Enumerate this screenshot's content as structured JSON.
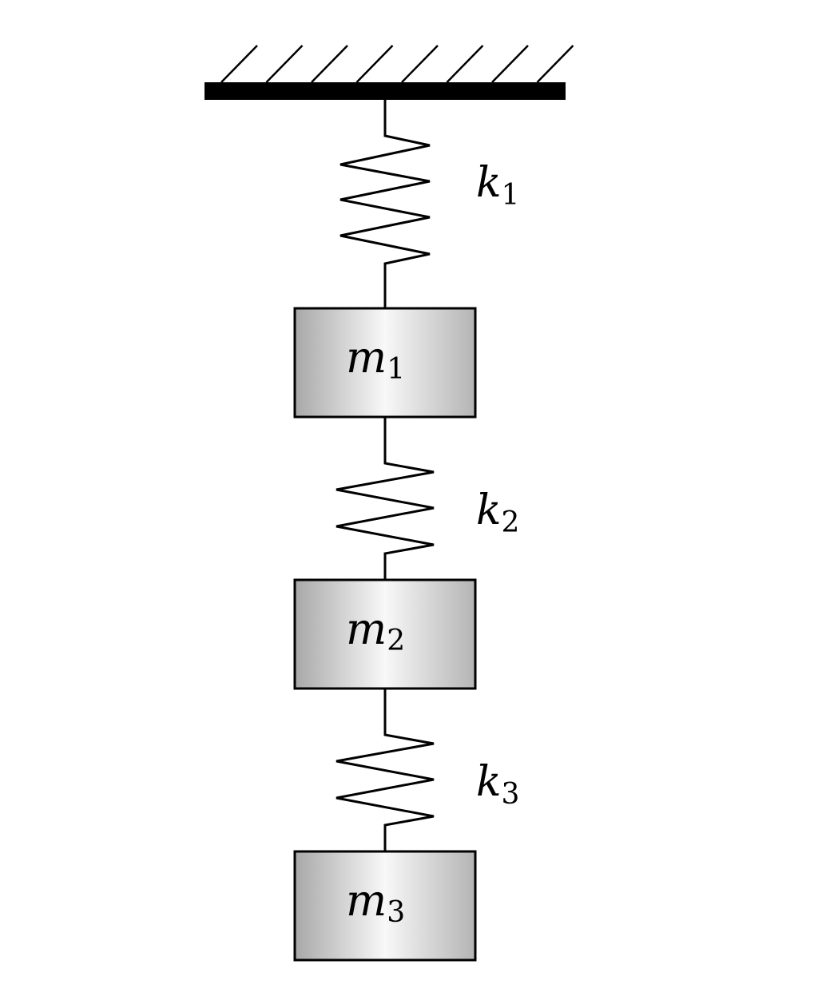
{
  "diagram": {
    "type": "spring-mass-system",
    "support": {
      "label": "fixed-ceiling"
    },
    "springs": [
      {
        "id": "k1",
        "symbol": "k",
        "subscript": "1",
        "coils": 3
      },
      {
        "id": "k2",
        "symbol": "k",
        "subscript": "2",
        "coils": 2
      },
      {
        "id": "k3",
        "symbol": "k",
        "subscript": "3",
        "coils": 2
      }
    ],
    "masses": [
      {
        "id": "m1",
        "symbol": "m",
        "subscript": "1"
      },
      {
        "id": "m2",
        "symbol": "m",
        "subscript": "2"
      },
      {
        "id": "m3",
        "symbol": "m",
        "subscript": "3"
      }
    ],
    "colors": {
      "stroke": "#000000",
      "mass_fill_edge": "#a8a8a8",
      "mass_fill_center": "#f8f8f8",
      "background": "#ffffff"
    }
  }
}
